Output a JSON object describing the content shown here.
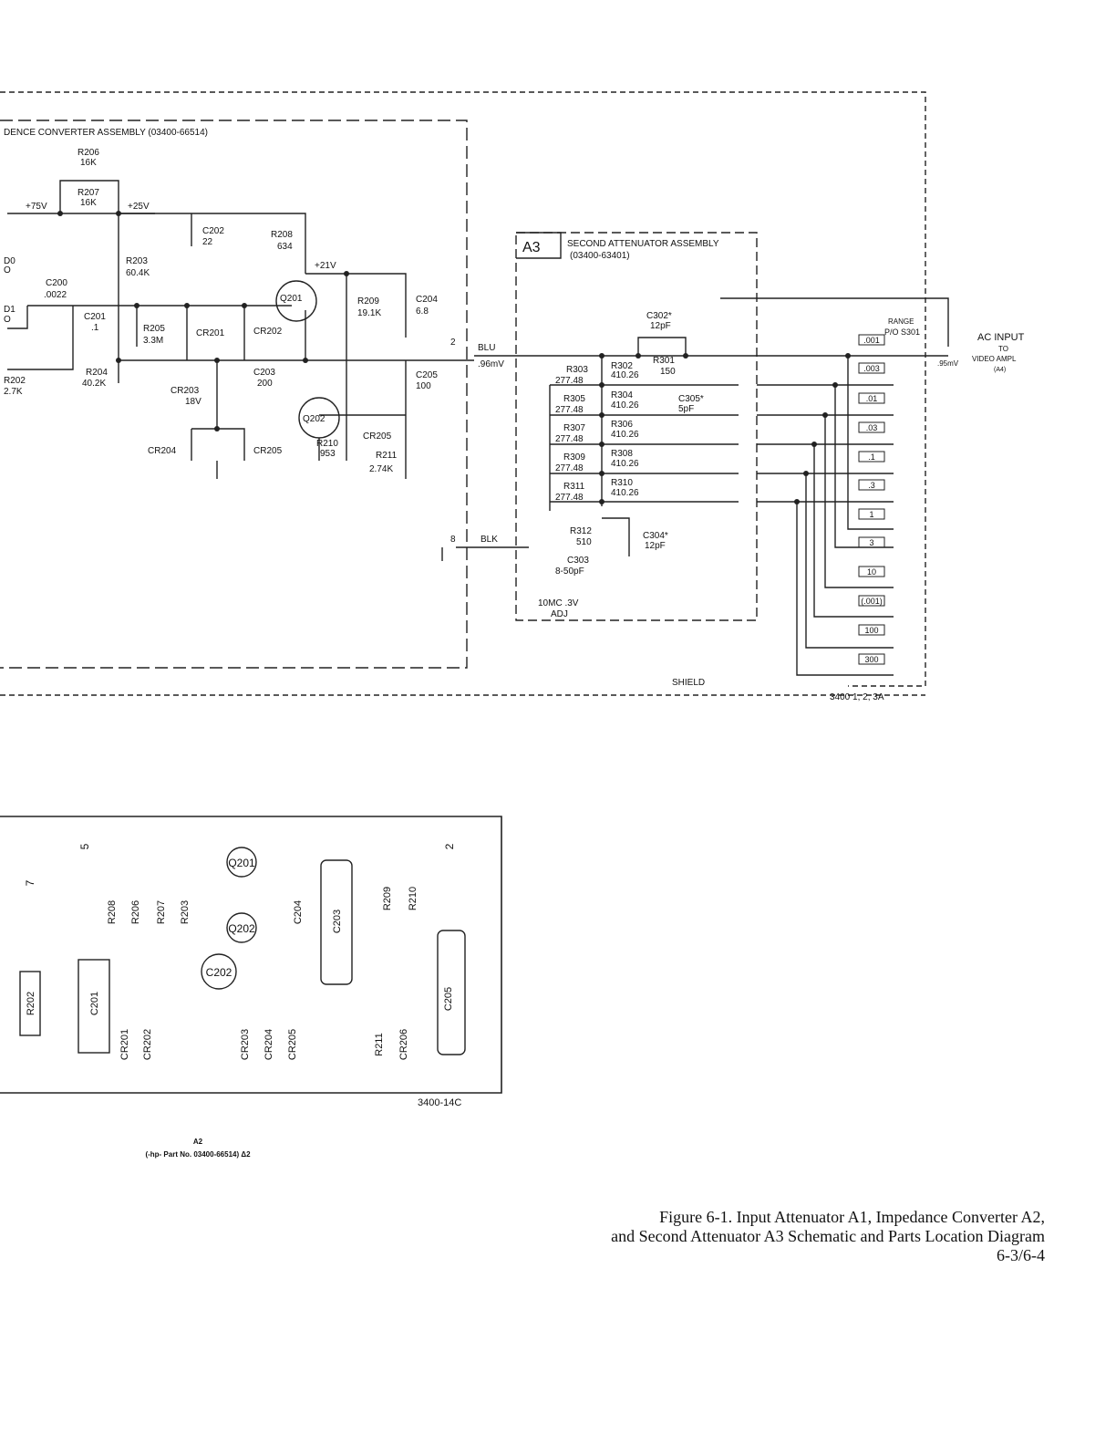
{
  "a2_title": "DENCE CONVERTER ASSEMBLY (03400-66514)",
  "a3_title": {
    "box": "A3",
    "line1": "SECOND ATTENUATOR ASSEMBLY",
    "line2": "(03400-63401)"
  },
  "a2_labels": [
    "R206",
    "16K",
    "R207",
    "16K",
    "+75V",
    "+25V",
    "C202",
    "22",
    "R208",
    "634",
    "+21V",
    "R203",
    "60.4K",
    "C200",
    ".0022",
    "C201",
    ".1",
    "Q201",
    "R209",
    "19.1K",
    "C204",
    "6.8",
    "R205",
    "3.3M",
    "CR201",
    "CR202",
    "R202",
    "2.7K",
    "R204",
    "40.2K",
    "C203",
    "200",
    "CR203",
    "18V",
    "Q202",
    "C205",
    "100",
    "R210",
    "953",
    "CR205",
    "R211",
    "2.74K",
    "CR204",
    "CR205",
    "2",
    "8",
    "BLU",
    ".96mV",
    "BLK",
    "D0",
    "O",
    "D1",
    "O"
  ],
  "a3_labels": [
    "C302*",
    "12pF",
    "R301",
    "150",
    "R303",
    "277.48",
    "R302",
    "410.26",
    "R305",
    "277.48",
    "R304",
    "410.26",
    "C305*",
    "5pF",
    "R307",
    "277.48",
    "R306",
    "410.26",
    "R309",
    "277.48",
    "R308",
    "410.26",
    "R311",
    "277.48",
    "R310",
    "410.26",
    "R312",
    "510",
    "C304*",
    "12pF",
    "C303",
    "8-50pF",
    "10MC .3V",
    "ADJ"
  ],
  "switch": {
    "range_label": "RANGE",
    "switch_label": "P/O S301",
    "ranges": [
      ".001",
      ".003",
      ".01",
      ".03",
      ".1",
      ".3",
      "1",
      "3",
      "10",
      "(.001)",
      "100",
      "300"
    ]
  },
  "output": {
    "label1": "AC INPUT",
    "label2": "TO",
    "label3": "VIDEO AMPL",
    "label4": "(A4)",
    "level": ".95mV"
  },
  "shield_label": "SHIELD",
  "schematic_ref": "3400 1, 2, 3A",
  "board_components": [
    "Q201",
    "Q202",
    "C202",
    "R208",
    "R206",
    "R207",
    "R203",
    "C204",
    "C203",
    "R209",
    "R210",
    "R202",
    "C201",
    "CR201",
    "CR202",
    "CR203",
    "CR204",
    "CR205",
    "R211",
    "CR206",
    "C205"
  ],
  "board_pins": [
    "5",
    "2",
    "7"
  ],
  "board_ref": "3400-14C",
  "board_caption": {
    "line1": "A2",
    "line2": "(-hp- Part No. 03400-66514) Δ2"
  },
  "caption": {
    "line1": "Figure 6-1. Input Attenuator A1, Impedance Converter A2,",
    "line2": "and Second Attenuator A3 Schematic and Parts Location Diagram",
    "line3": "6-3/6-4"
  }
}
